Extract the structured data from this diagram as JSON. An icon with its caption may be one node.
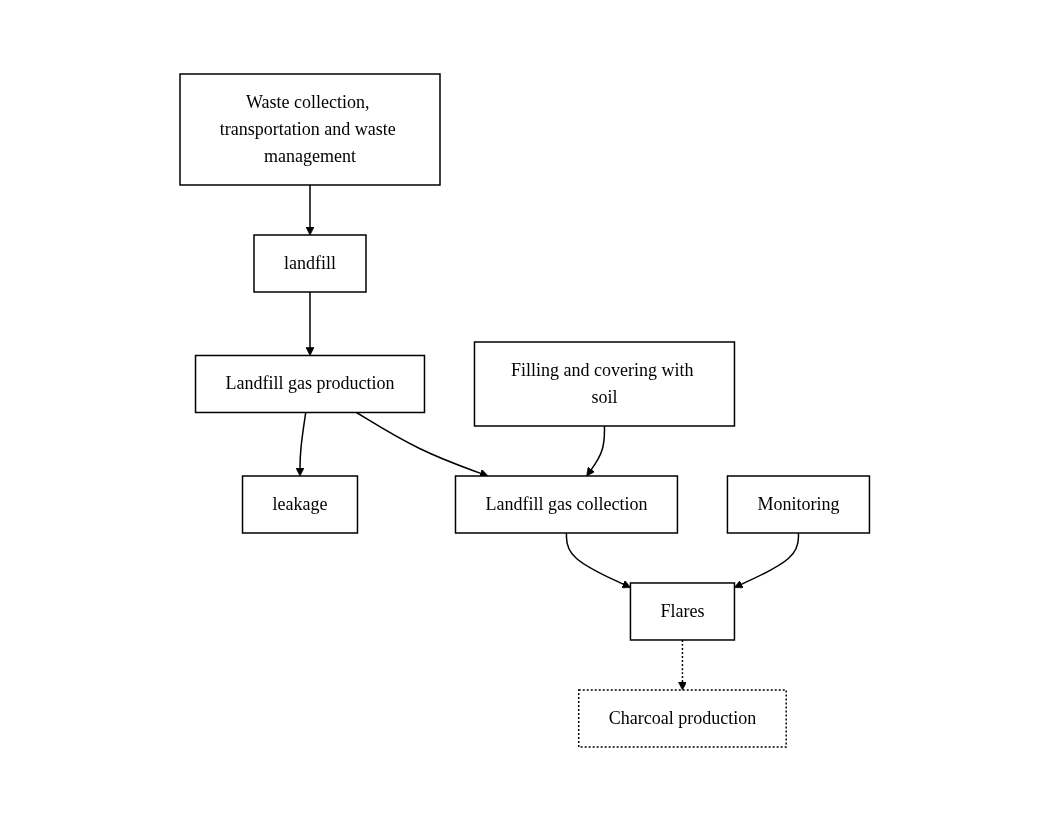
{
  "diagram": {
    "nodes": [
      {
        "text": [
          "Waste collection, transportation and waste management"
        ]
      },
      {
        "text": [
          "landfill"
        ]
      },
      {
        "text": [
          "Landfill gas production"
        ]
      },
      {
        "text": [
          "Filling and covering with soil"
        ]
      },
      {
        "text": [
          "leakage"
        ]
      },
      {
        "text": [
          "Landfill gas collection"
        ]
      },
      {
        "text": [
          "Monitoring"
        ]
      },
      {
        "text": [
          "Flares"
        ]
      },
      {
        "text": [
          "Charcoal production"
        ]
      }
    ],
    "edges": [
      {
        "from": 0,
        "to": 1,
        "arrow": "to"
      },
      {
        "from": 1,
        "to": 2,
        "arrow": "to"
      },
      {
        "from": 3,
        "to": 5,
        "arrow": "to"
      },
      {
        "from": 2,
        "to": 5,
        "arrow": "to"
      },
      {
        "from": 2,
        "to": 4,
        "arrow": "to"
      },
      {
        "from": 6,
        "to": 7,
        "arrow": "to"
      },
      {
        "from": 5,
        "to": 7,
        "arrow": "to"
      },
      {
        "from": 7,
        "to": 8,
        "arrow": "to",
        "style": "dashed"
      }
    ]
  }
}
